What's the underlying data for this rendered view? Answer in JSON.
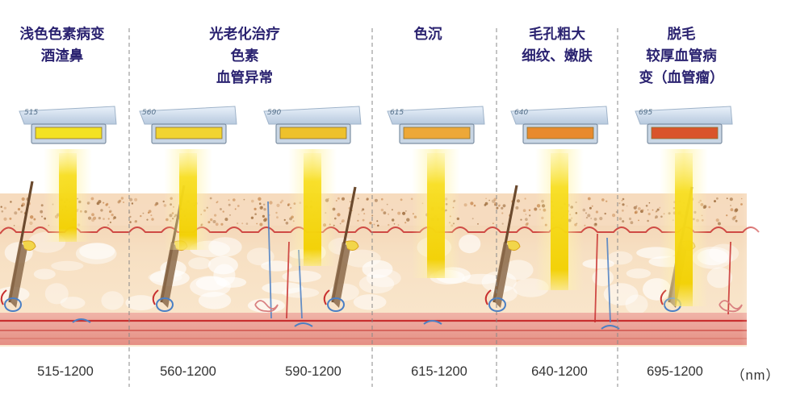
{
  "columns": [
    {
      "title_lines": [
        "浅色色素病变",
        "酒渣鼻"
      ],
      "filter_label": "515",
      "range": "515-1200",
      "filter_color": "#f3e223"
    },
    {
      "title_lines": [
        "光老化治疗",
        "色素",
        "血管异常"
      ],
      "filter_label": "560",
      "range": "560-1200",
      "filter_color": "#f2d431"
    },
    {
      "title_lines": [],
      "filter_label": "590",
      "range": "590-1200",
      "filter_color": "#eec12b"
    },
    {
      "title_lines": [
        "色沉"
      ],
      "filter_label": "615",
      "range": "615-1200",
      "filter_color": "#eda838"
    },
    {
      "title_lines": [
        "毛孔粗大",
        "细纹、嫩肤"
      ],
      "filter_label": "640",
      "range": "640-1200",
      "filter_color": "#e88a2d"
    },
    {
      "title_lines": [
        "脱毛",
        "较厚血管病",
        "变（血管瘤）"
      ],
      "filter_label": "695",
      "range": "695-1200",
      "filter_color": "#d9542a"
    }
  ],
  "unit_label": "（nm）",
  "colors": {
    "title_text": "#2a2270",
    "divider": "#888888",
    "beam": "#f7dd1a",
    "skin_top": "#f6dcc0",
    "dermis": "#faeacf",
    "fat": "#fdf3dc",
    "vessel_red": "#c8302f",
    "vessel_blue": "#4b7fc4",
    "hair": "#6b4a2e",
    "muscle": "#e4a49d"
  }
}
